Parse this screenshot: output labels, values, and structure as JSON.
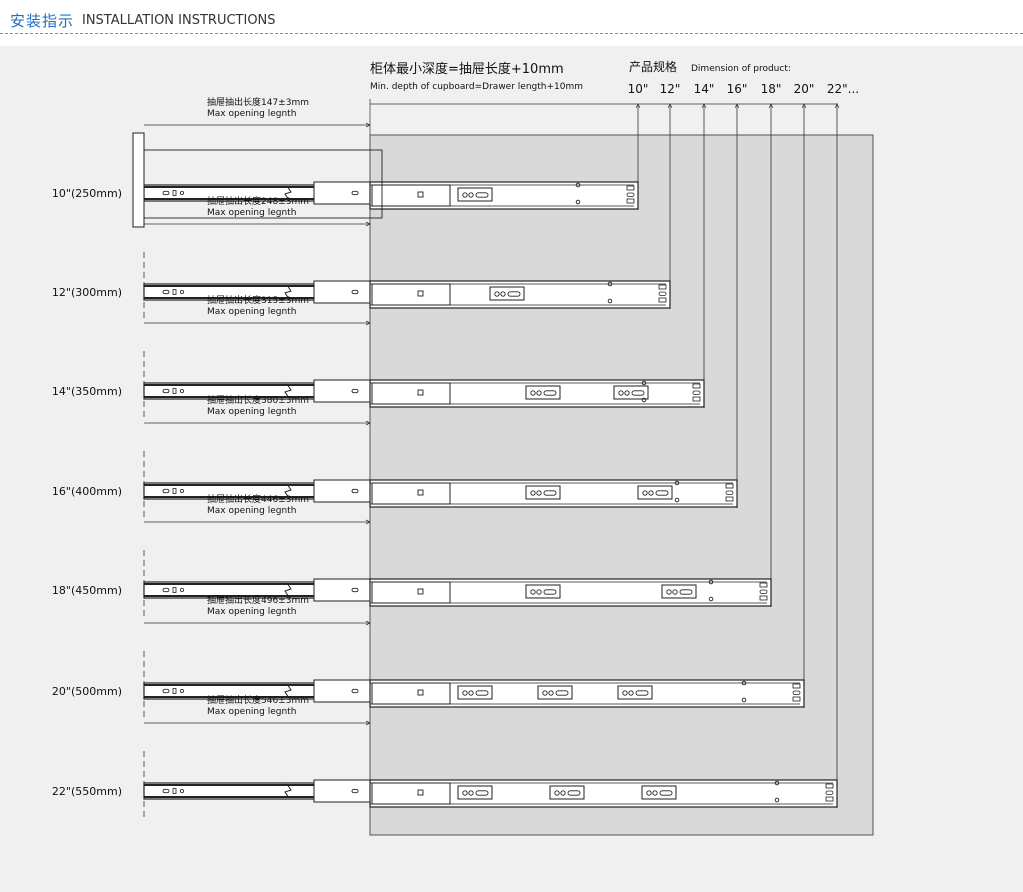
{
  "header": {
    "title_zh": "安装指示",
    "title_en": "INSTALLATION INSTRUCTIONS"
  },
  "cabinet_note": {
    "zh": "柜体最小深度=抽屉长度+10mm",
    "en": "Min. depth of cupboard=Drawer length+10mm"
  },
  "product_spec": {
    "zh": "产品规格",
    "en": "Dimension of product:",
    "sizes": [
      "10\"",
      "12\"",
      "14\"",
      "16\"",
      "18\"",
      "20\"",
      "22\"..."
    ]
  },
  "rows": [
    {
      "size": "10\"(250mm)",
      "opening_zh": "抽屉抽出长度147±3mm",
      "opening_en": "Max opening legnth",
      "slot_groups": 1
    },
    {
      "size": "12\"(300mm)",
      "opening_zh": "抽屉抽出长度248±3mm",
      "opening_en": "Max opening legnth",
      "slot_groups": 1
    },
    {
      "size": "14\"(350mm)",
      "opening_zh": "抽屉抽出长度315±3mm",
      "opening_en": "Max opening legnth",
      "slot_groups": 2
    },
    {
      "size": "16\"(400mm)",
      "opening_zh": "抽屉抽出长度380±3mm",
      "opening_en": "Max opening legnth",
      "slot_groups": 2
    },
    {
      "size": "18\"(450mm)",
      "opening_zh": "抽屉抽出长度446±3mm",
      "opening_en": "Max opening legnth",
      "slot_groups": 2
    },
    {
      "size": "20\"(500mm)",
      "opening_zh": "抽屉抽出长度496±3mm",
      "opening_en": "Max opening legnth",
      "slot_groups": 3
    },
    {
      "size": "22\"(550mm)",
      "opening_zh": "抽屉抽出长度546±3mm",
      "opening_en": "Max opening legnth",
      "slot_groups": 3
    }
  ],
  "colors": {
    "accent": "#1e6fc4",
    "panel": "#f0f0f0",
    "cabinet": "#d9d9d9",
    "rail": "#ffffff",
    "line": "#222222"
  }
}
